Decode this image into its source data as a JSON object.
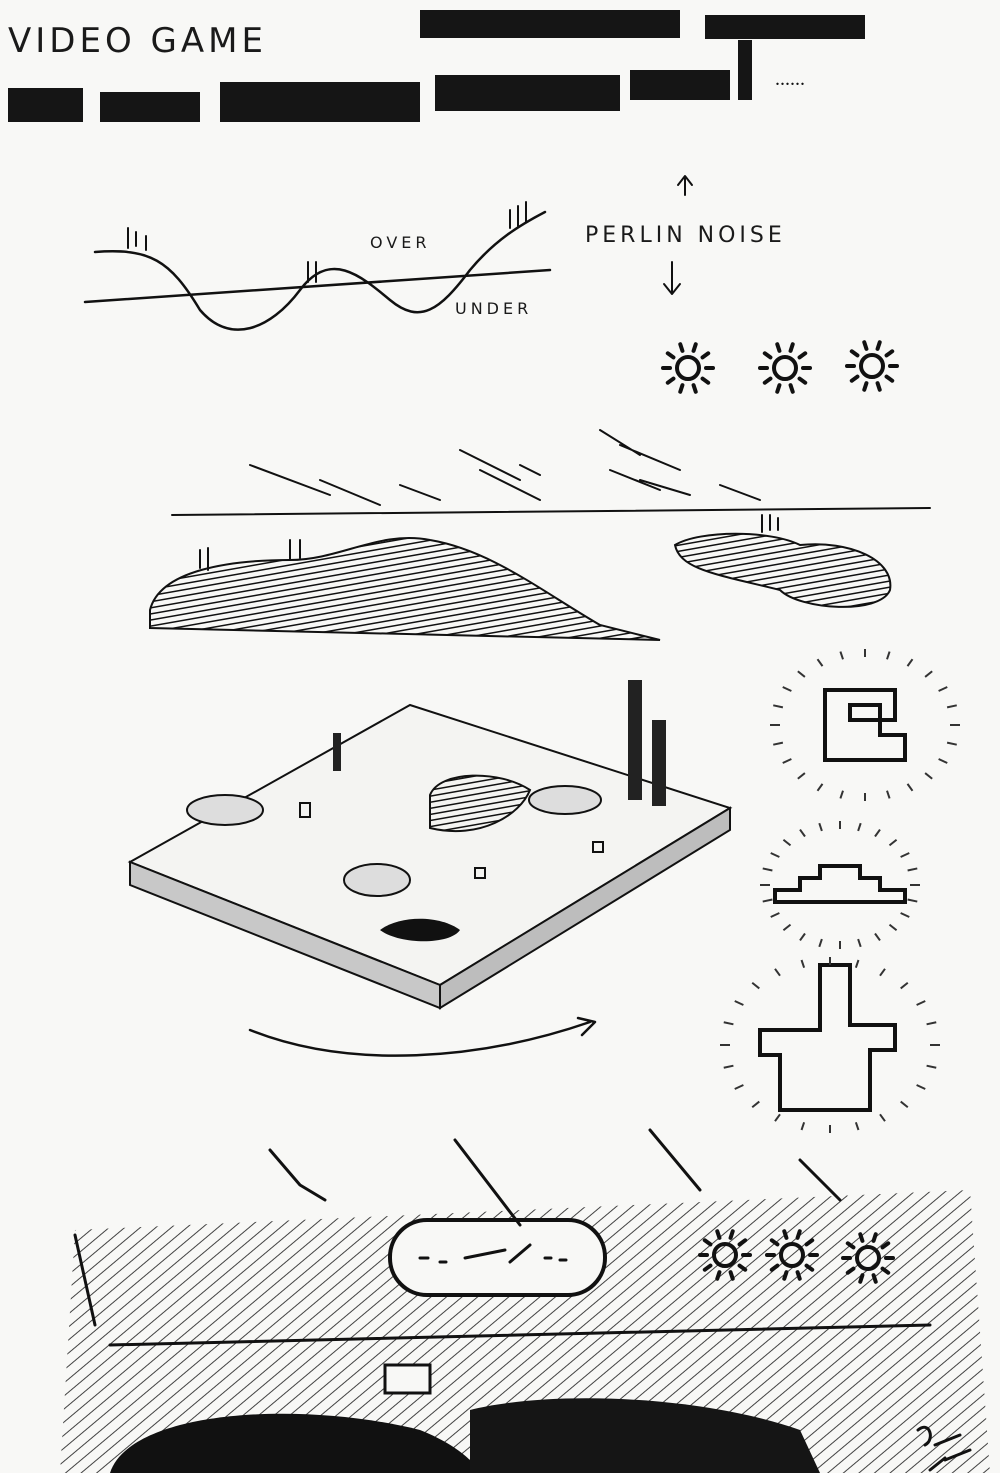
{
  "title": "VIDEO GAME",
  "wave_labels": {
    "over": "OVER",
    "under": "UNDER"
  },
  "perlin_label": "PERLIN NOISE",
  "colors": {
    "ink": "#111111",
    "paper": "#f8f8f6",
    "shade": "#9a9a9a"
  }
}
